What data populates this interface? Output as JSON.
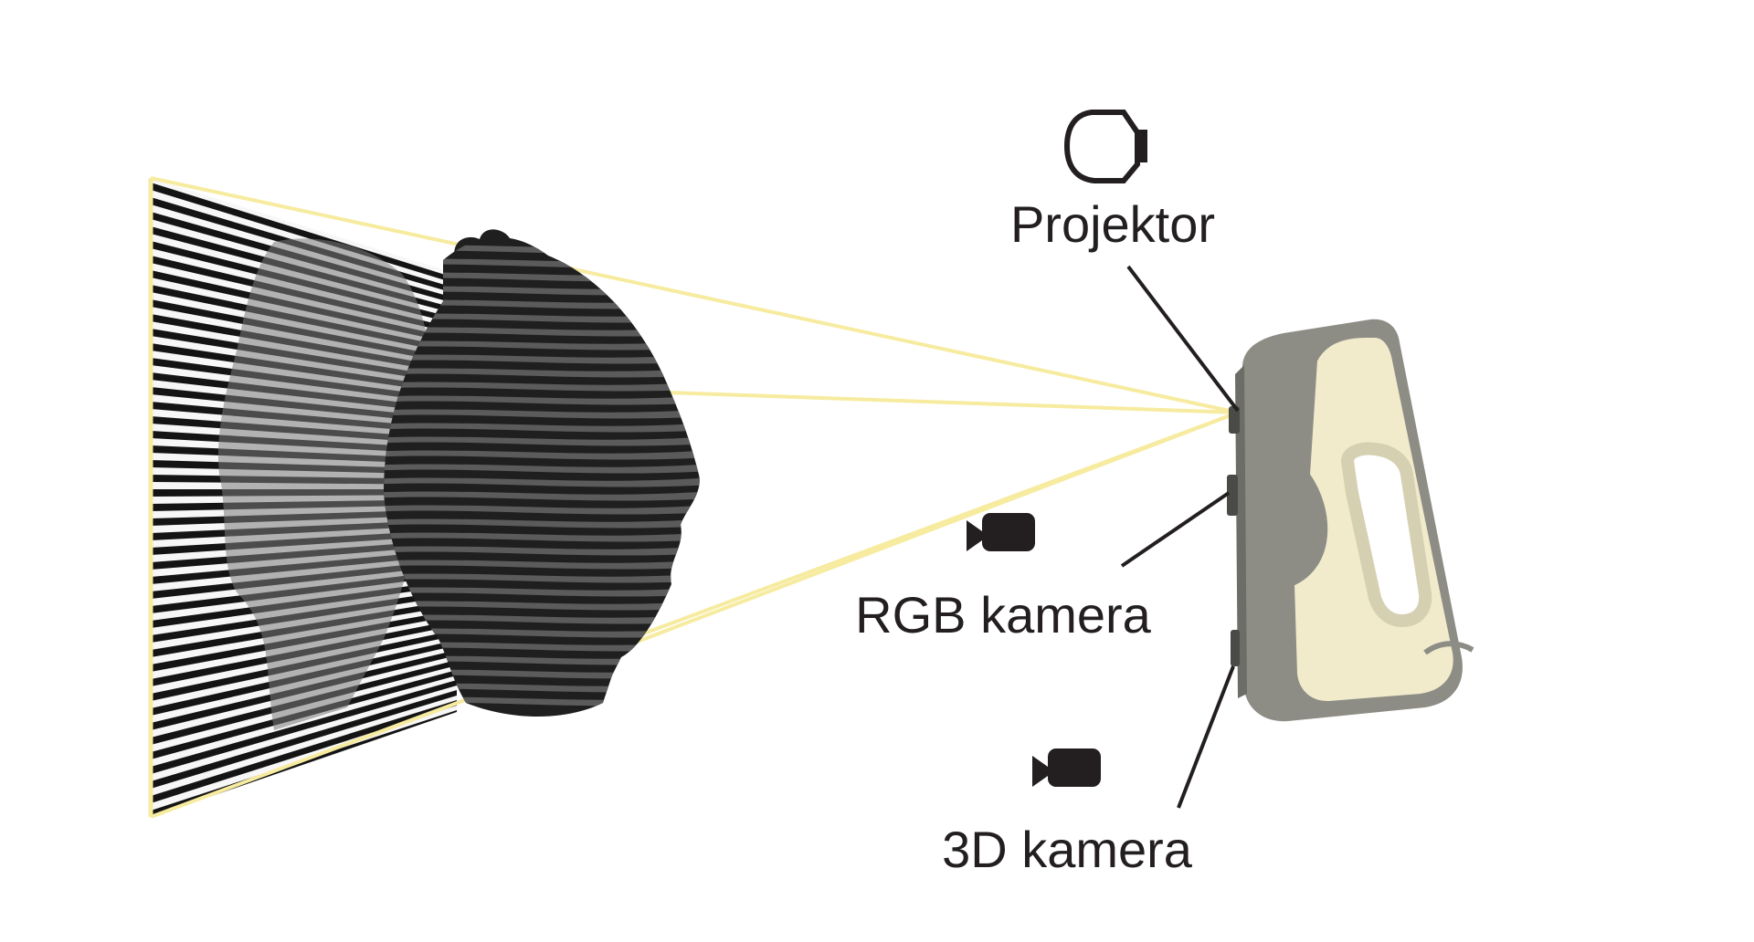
{
  "labels": {
    "projector": "Projektor",
    "rgb_camera": "RGB kamera",
    "depth_camera": "3D kamera"
  },
  "icons": {
    "projector": "projector-icon",
    "rgb_camera": "video-camera-icon",
    "depth_camera": "video-camera-icon"
  },
  "colors": {
    "light_beam": "#f6eb9f",
    "stripe_dark": "#141414",
    "head": "#1f1f1f",
    "scanner_body": "#f1ebcc",
    "scanner_frame": "#8d8d86",
    "text": "#231f20"
  }
}
